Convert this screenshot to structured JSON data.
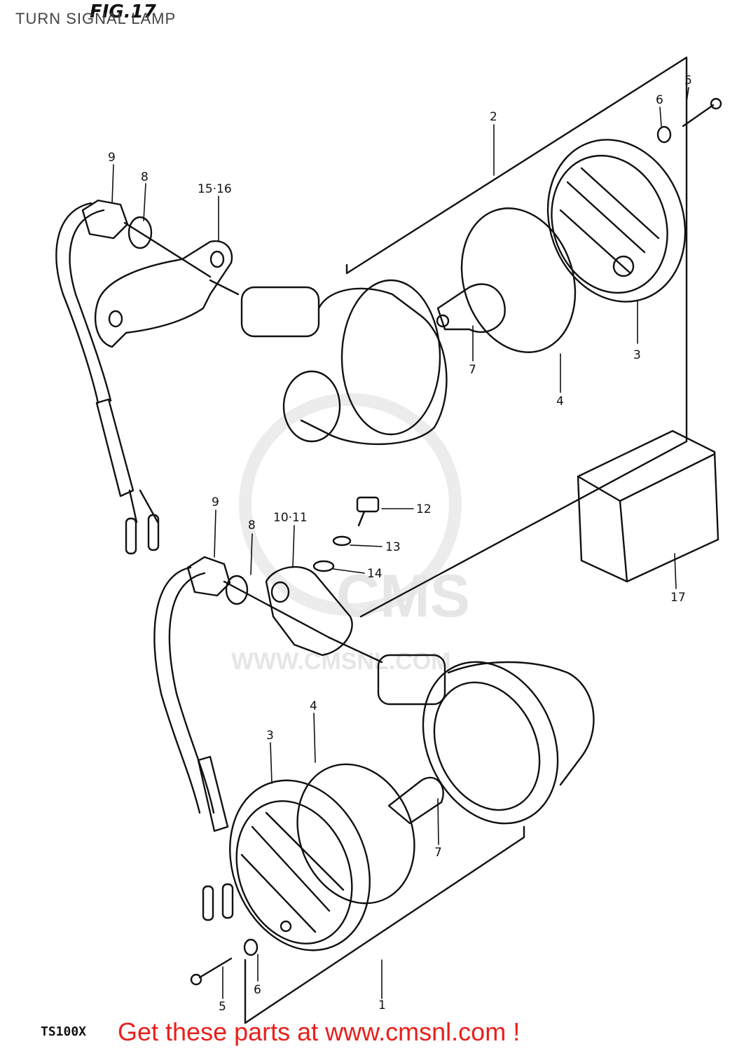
{
  "page": {
    "title": "TURN SIGNAL LAMP",
    "figure_label": "FIG.17",
    "model_label": "TS100X",
    "promo_text": "Get these parts at www.cmsnl.com !"
  },
  "watermark": {
    "brand": "CMS",
    "url": "WWW.CMSNL.COM"
  },
  "callouts": {
    "c1": "1",
    "c2": "2",
    "c3a": "3",
    "c3b": "3",
    "c4a": "4",
    "c4b": "4",
    "c5a": "5",
    "c5b": "5",
    "c6a": "6",
    "c6b": "6",
    "c7a": "7",
    "c7b": "7",
    "c8a": "8",
    "c8b": "8",
    "c9a": "9",
    "c9b": "9",
    "c1011": "10·11",
    "c12": "12",
    "c13": "13",
    "c14": "14",
    "c1516": "15·16",
    "c17": "17"
  },
  "colors": {
    "line": "#111111",
    "promo": "#e8201c",
    "watermark": "#e6e6e6"
  }
}
